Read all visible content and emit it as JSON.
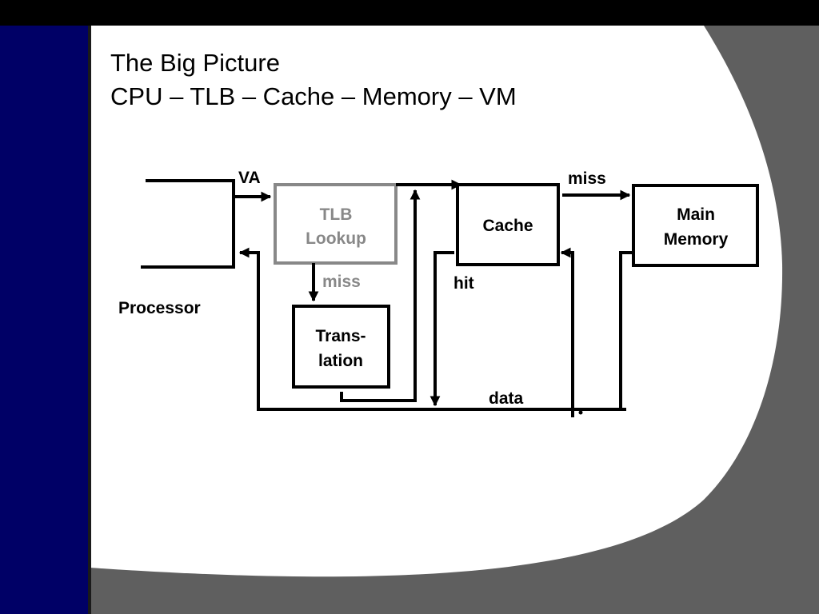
{
  "slide": {
    "title_line1": "The Big Picture",
    "title_line2": "CPU – TLB – Cache – Memory – VM"
  },
  "diagram": {
    "processor_label": "Processor",
    "va_label": "VA",
    "tlb_label_line1": "TLB",
    "tlb_label_line2": "Lookup",
    "tlb_miss_label": "miss",
    "translation_label_line1": "Trans-",
    "translation_label_line2": "lation",
    "cache_label": "Cache",
    "cache_miss_label": "miss",
    "hit_label": "hit",
    "memory_label_line1": "Main",
    "memory_label_line2": "Memory",
    "data_label": "data"
  },
  "colors": {
    "left_bar": "#000066",
    "background": "#5f5f5f",
    "panel": "#ffffff",
    "tlb_gray": "#888888",
    "line": "#000000"
  }
}
